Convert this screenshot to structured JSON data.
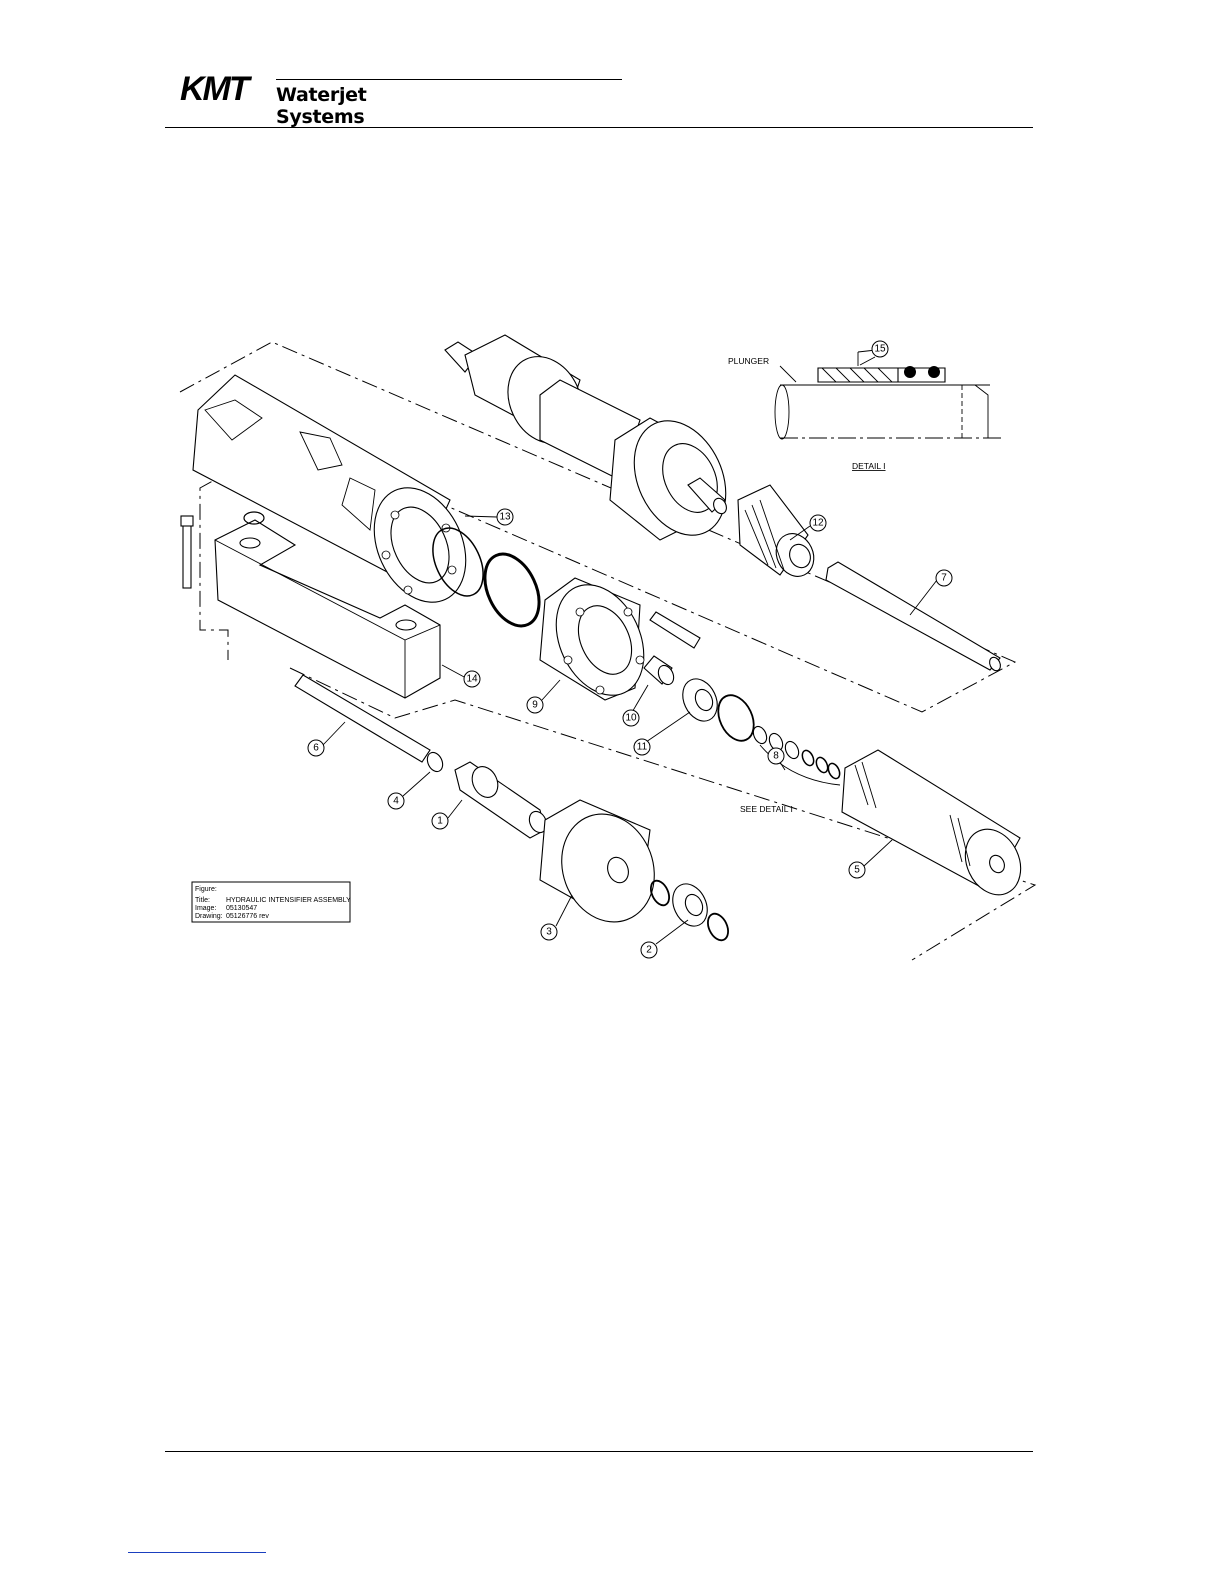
{
  "header": {
    "brand": "KMT",
    "brand_tagline": "Waterjet Systems"
  },
  "detail": {
    "plunger_label": "PLUNGER",
    "detail_title": "DETAIL I",
    "see_detail": "SEE DETAIL I"
  },
  "callouts": [
    "1",
    "2",
    "3",
    "4",
    "5",
    "6",
    "7",
    "8",
    "9",
    "10",
    "11",
    "12",
    "13",
    "14",
    "15"
  ],
  "caption": {
    "figure_label": "Figure:",
    "title_label": "Title:",
    "title_value": "HYDRAULIC INTENSIFIER ASSEMBLY",
    "image_label": "Image:",
    "image_value": "05130547",
    "drawing_label": "Drawing:",
    "drawing_value": "05126776  rev"
  }
}
